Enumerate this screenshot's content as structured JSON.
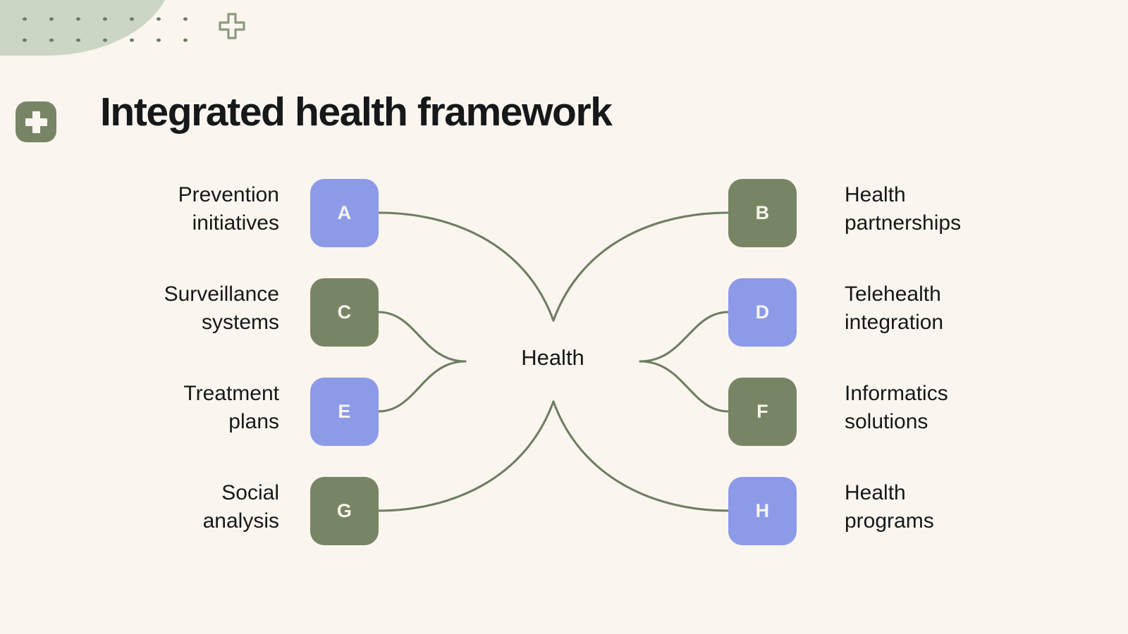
{
  "page": {
    "title": "Integrated health framework",
    "background_color": "#faf6ef",
    "accent_green": "#788565",
    "accent_purple": "#8d9ae8",
    "blob_color": "#ccd6c5",
    "text_color": "#16181a"
  },
  "decor": {
    "badge_icon": "plus-icon",
    "outline_icon": "plus-outline-icon",
    "dots_icon": "dot-grid"
  },
  "diagram": {
    "type": "mind-map",
    "center": {
      "label": "Health"
    },
    "left_nodes": [
      {
        "key": "A",
        "label": "Prevention\ninitiatives",
        "color": "purple"
      },
      {
        "key": "C",
        "label": "Surveillance\nsystems",
        "color": "green"
      },
      {
        "key": "E",
        "label": "Treatment\nplans",
        "color": "purple"
      },
      {
        "key": "G",
        "label": "Social\nanalysis",
        "color": "green"
      }
    ],
    "right_nodes": [
      {
        "key": "B",
        "label": "Health\npartnerships",
        "color": "green"
      },
      {
        "key": "D",
        "label": "Telehealth\nintegration",
        "color": "purple"
      },
      {
        "key": "F",
        "label": "Informatics\nsolutions",
        "color": "green"
      },
      {
        "key": "H",
        "label": "Health\nprograms",
        "color": "purple"
      }
    ]
  }
}
